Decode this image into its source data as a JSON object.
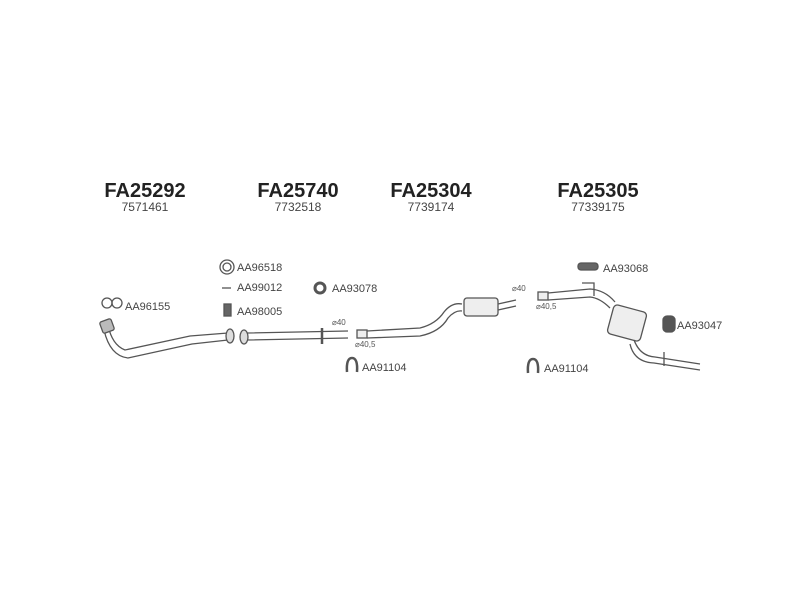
{
  "groups": [
    {
      "code": "FA25292",
      "oem": "7571461"
    },
    {
      "code": "FA25740",
      "oem": "7732518"
    },
    {
      "code": "FA25304",
      "oem": "7739174"
    },
    {
      "code": "FA25305",
      "oem": "77339175"
    }
  ],
  "parts": {
    "gasket_96518": "AA96518",
    "bolt_99012": "AA99012",
    "spring_98005": "AA98005",
    "gasket_96155": "AA96155",
    "ring_93078": "AA93078",
    "clamp_91104_a": "AA91104",
    "clamp_91104_b": "AA91104",
    "mount_93068": "AA93068",
    "mount_93047": "AA93047"
  },
  "dimensions": {
    "d40_a": "⌀40",
    "d405_a": "⌀40,5",
    "d40_b": "⌀40",
    "d405_b": "⌀40,5"
  }
}
